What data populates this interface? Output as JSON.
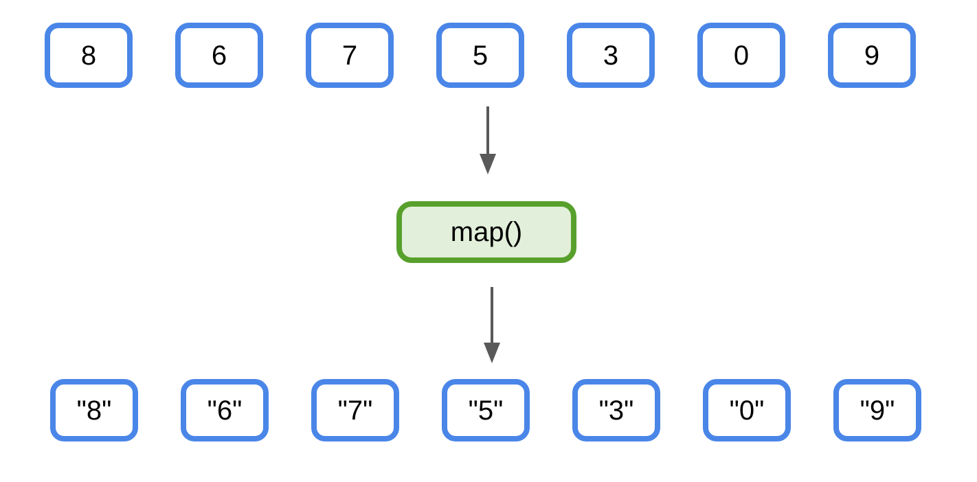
{
  "diagram": {
    "title": "map() transformation diagram",
    "colors": {
      "box_border": "#4a86e8",
      "box_fill": "#ffffff",
      "op_border": "#58a02c",
      "op_fill": "#e2efda",
      "arrow": "#595959",
      "text": "#000000",
      "background": "#ffffff"
    },
    "input_row": {
      "label": "input-values",
      "items": [
        {
          "value": "8"
        },
        {
          "value": "6"
        },
        {
          "value": "7"
        },
        {
          "value": "5"
        },
        {
          "value": "3"
        },
        {
          "value": "0"
        },
        {
          "value": "9"
        }
      ]
    },
    "operation": {
      "label": "map()"
    },
    "output_row": {
      "label": "output-values",
      "items": [
        {
          "value": "\"8\""
        },
        {
          "value": "\"6\""
        },
        {
          "value": "\"7\""
        },
        {
          "value": "\"5\""
        },
        {
          "value": "\"3\""
        },
        {
          "value": "\"0\""
        },
        {
          "value": "\"9\""
        }
      ]
    },
    "arrows": [
      {
        "name": "arrow-input-to-map",
        "direction": "down"
      },
      {
        "name": "arrow-map-to-output",
        "direction": "down"
      }
    ]
  }
}
